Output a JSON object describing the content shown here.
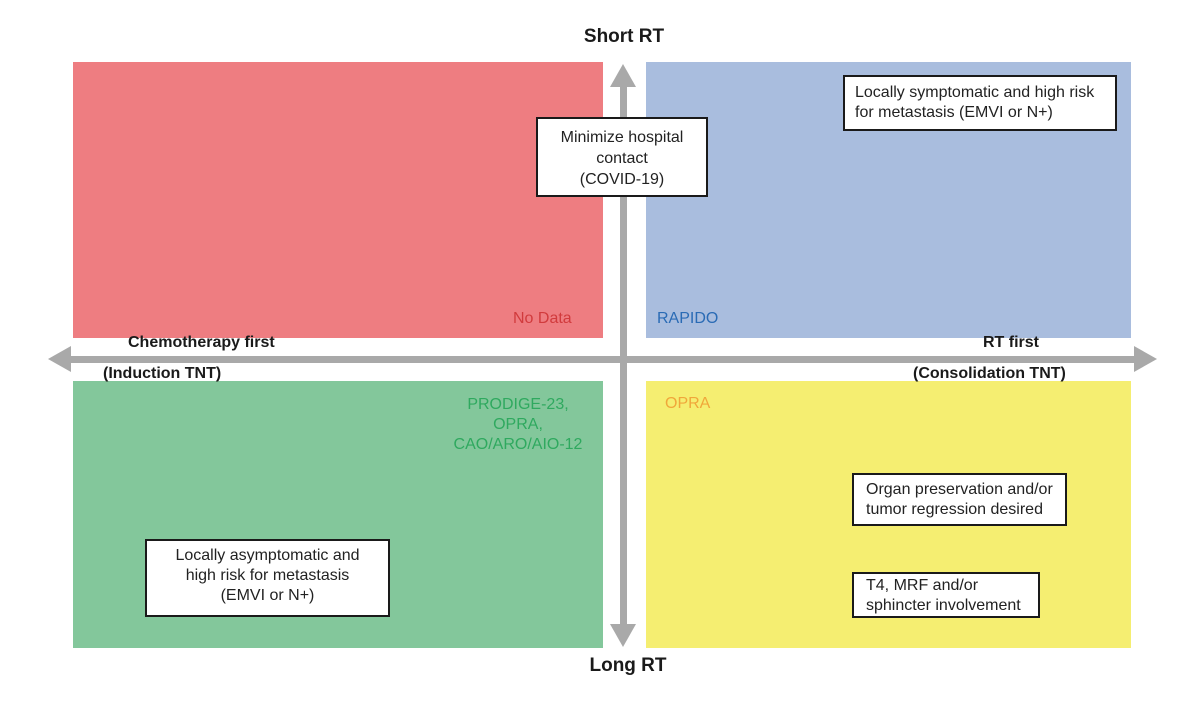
{
  "diagram": {
    "axis_top_label": "Short RT",
    "axis_bottom_label": "Long RT",
    "axis_left": {
      "title": "Chemotherapy first",
      "subtitle": "(Induction TNT)"
    },
    "axis_right": {
      "title": "RT first",
      "subtitle": "(Consolidation TNT)"
    },
    "center_note": "Minimize hospital\ncontact\n(COVID-19)",
    "quadrants": {
      "top_left": {
        "trial_label": "No Data",
        "fill_color": "#EE7D81",
        "label_color": "#D13B3D"
      },
      "top_right": {
        "trial_label": "RAPIDO",
        "fill_color": "#A9BDDE",
        "label_color": "#2A6BB5",
        "note": "Locally symptomatic and high risk\nfor metastasis (EMVI or N+)"
      },
      "bottom_left": {
        "trial_label": "PRODIGE-23,\nOPRA,\nCAO/ARO/AIO-12",
        "fill_color": "#83C79B",
        "label_color": "#2FA95F",
        "note": "Locally asymptomatic and\nhigh risk for metastasis\n(EMVI or N+)"
      },
      "bottom_right": {
        "trial_label": "OPRA",
        "fill_color": "#F5EE71",
        "label_color": "#F0A73A",
        "notes": [
          "Organ preservation and/or\ntumor regression desired",
          "T4, MRF and/or\nsphincter involvement"
        ]
      }
    },
    "arrow_color": "#A9A9A9"
  }
}
